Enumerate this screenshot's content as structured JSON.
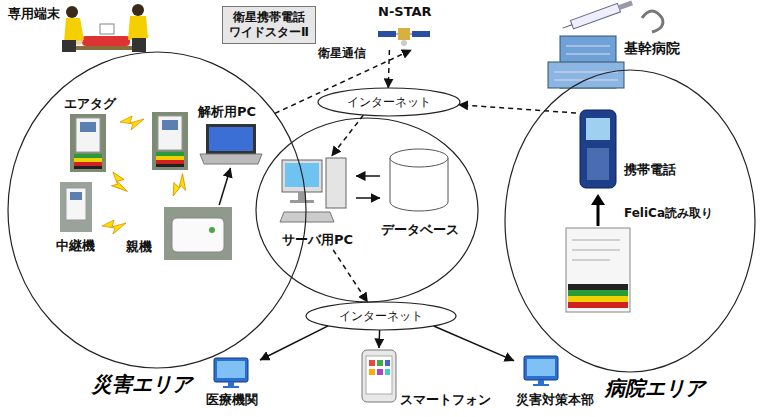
{
  "diagram": {
    "nodes": [
      {
        "text": [
          "災害エリア"
        ]
      },
      {
        "text": [
          "エアタグ"
        ],
        "in": 0
      },
      {
        "text": [
          "解析用PC"
        ],
        "in": 0
      },
      {
        "text": [
          "中継機"
        ],
        "in": 0
      },
      {
        "text": [
          "親機"
        ],
        "in": 0
      },
      {
        "text": [
          "衛星携帯電話 ワイドスターⅡ"
        ]
      },
      {
        "text": [
          "N-STAR"
        ]
      },
      {
        "text": [
          "インターネット"
        ]
      },
      {
        "text": [
          "病院エリア"
        ]
      },
      {
        "text": [
          "基幹病院"
        ],
        "in": 8
      },
      {
        "text": [
          "携帯電話"
        ],
        "in": 8
      },
      {
        "text": [
          "サーバ用PC"
        ]
      },
      {
        "text": [
          "データベース"
        ]
      },
      {
        "text": [
          "インターネット"
        ]
      },
      {
        "text": [
          "医療機関"
        ]
      },
      {
        "text": [
          "スマートフォン"
        ]
      },
      {
        "text": [
          "災害対策本部"
        ]
      }
    ],
    "edges": [
      {
        "from": 4,
        "to": 2,
        "arrow": "to"
      },
      {
        "from": 0,
        "to": 6,
        "arrow": "to"
      },
      {
        "from": 6,
        "to": 7,
        "arrow": "to"
      },
      {
        "from": 10,
        "to": 7,
        "arrow": "to"
      },
      {
        "from": 7,
        "to": 11,
        "arrow": "to"
      },
      {
        "from": 12,
        "to": 11,
        "arrow": "to"
      },
      {
        "from": 11,
        "to": 12,
        "arrow": "to"
      },
      {
        "from": 11,
        "to": 13,
        "arrow": "to"
      },
      {
        "from": 13,
        "to": 14,
        "arrow": "to"
      },
      {
        "from": 13,
        "to": 15,
        "arrow": "to"
      },
      {
        "from": 13,
        "to": 16,
        "arrow": "to"
      }
    ],
    "labels": [
      "専用端末",
      "衛星通信",
      "FeliCa読み取り"
    ]
  }
}
